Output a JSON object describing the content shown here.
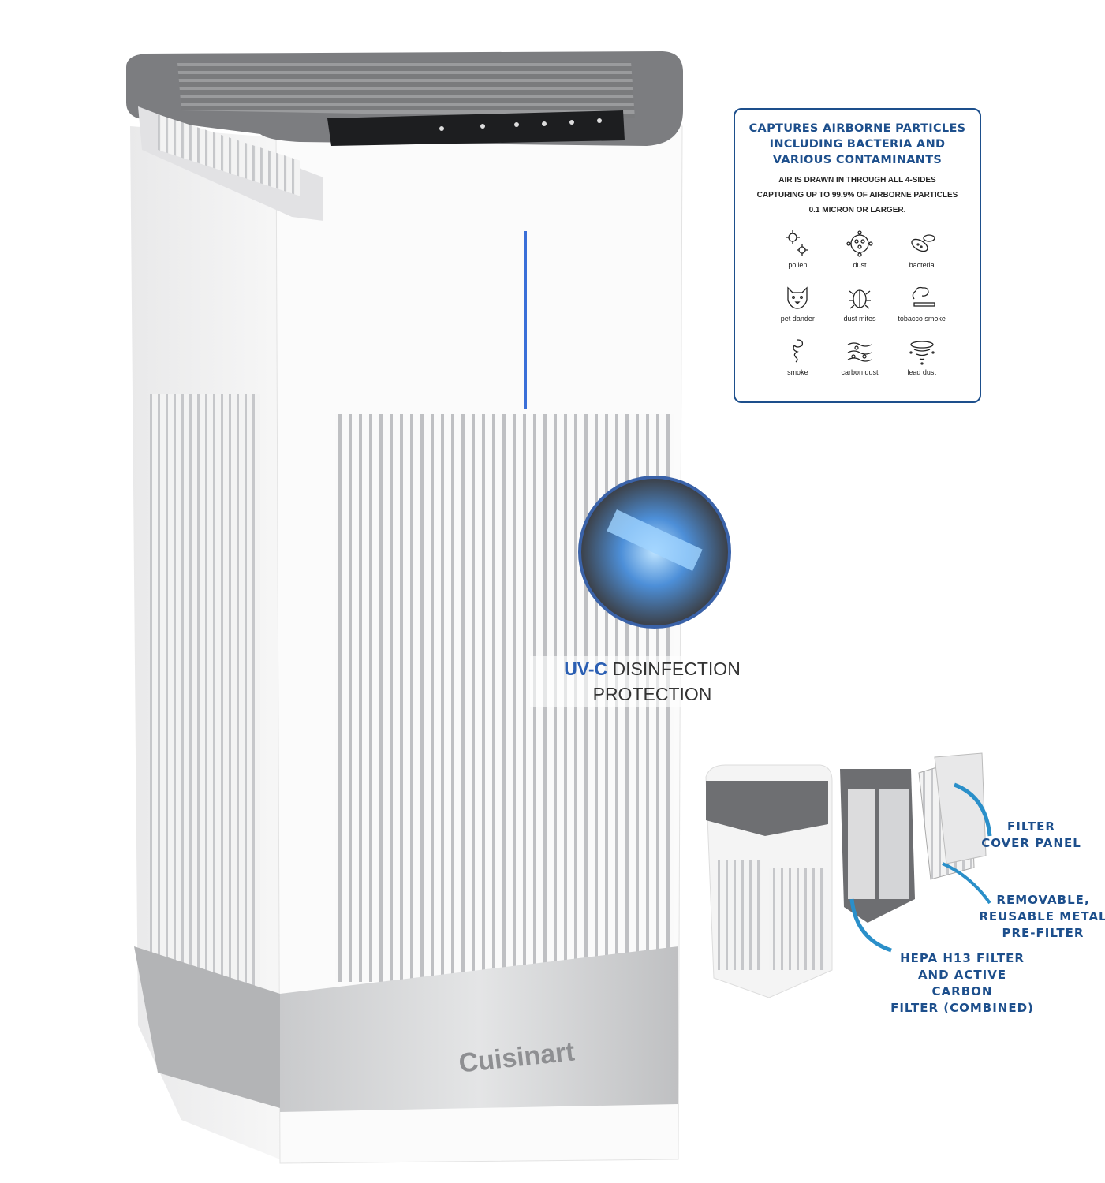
{
  "brand": {
    "logo_text": "Cuisinart"
  },
  "info_box": {
    "title": "CAPTURES AIRBORNE PARTICLES INCLUDING BACTERIA AND VARIOUS CONTAMINANTS",
    "subtitle_lines": [
      "AIR IS DRAWN IN THROUGH ALL 4-SIDES",
      "CAPTURING UP TO 99.9% OF AIRBORNE PARTICLES",
      "0.1 MICRON OR LARGER."
    ],
    "contaminants": [
      {
        "label": "pollen",
        "icon": "pollen-icon"
      },
      {
        "label": "dust",
        "icon": "dust-icon"
      },
      {
        "label": "bacteria",
        "icon": "bacteria-icon"
      },
      {
        "label": "pet dander",
        "icon": "pet-icon"
      },
      {
        "label": "dust mites",
        "icon": "mite-icon"
      },
      {
        "label": "tobacco smoke",
        "icon": "cigarette-icon"
      },
      {
        "label": "smoke",
        "icon": "smoke-icon"
      },
      {
        "label": "carbon dust",
        "icon": "carbon-dust-icon"
      },
      {
        "label": "lead dust",
        "icon": "lead-dust-icon"
      }
    ]
  },
  "uv_callout": {
    "highlight": "UV-C",
    "line1_rest": " DISINFECTION",
    "line2": "PROTECTION"
  },
  "filter_labels": {
    "cover_panel": [
      "FILTER",
      "COVER PANEL"
    ],
    "pre_filter": [
      "REMOVABLE,",
      "REUSABLE METAL",
      "PRE-FILTER"
    ],
    "hepa": [
      "HEPA H13 FILTER",
      "AND ACTIVE CARBON",
      "FILTER (COMBINED)"
    ]
  },
  "colors": {
    "accent": "#1d4f8c",
    "uv": "#2b5fb3",
    "arrow": "#2a8fc9",
    "led": "#3a6fd8"
  }
}
